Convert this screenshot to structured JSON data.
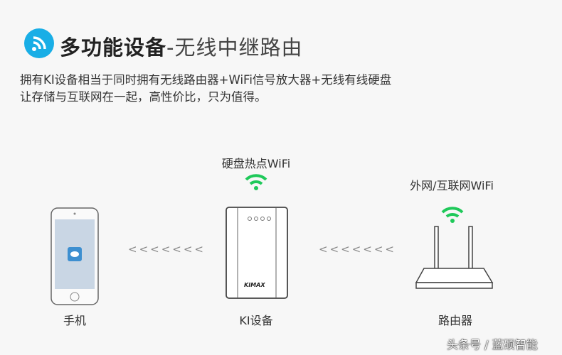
{
  "header": {
    "title_bold": "多功能设备",
    "title_light": "-无线中继路由",
    "icon": "wifi-signal-icon",
    "accent": "#19aee6"
  },
  "description": {
    "line1": "拥有KI设备相当于同时拥有无线路由器+WiFi信号放大器+无线有线硬盘",
    "line2": "让存储与互联网在一起，高性价比，只为值得。"
  },
  "diagram": {
    "phone": {
      "label": "手机"
    },
    "device": {
      "label": "KI设备",
      "top_label": "硬盘热点WiFi",
      "logo": "KIMAX"
    },
    "router": {
      "label": "路由器",
      "top_label": "外网/互联网WiFi"
    },
    "arrows": "<<<<<<<",
    "wifi_color": "#1fc95a"
  },
  "watermark": "头条号 / 蓝硕智能"
}
